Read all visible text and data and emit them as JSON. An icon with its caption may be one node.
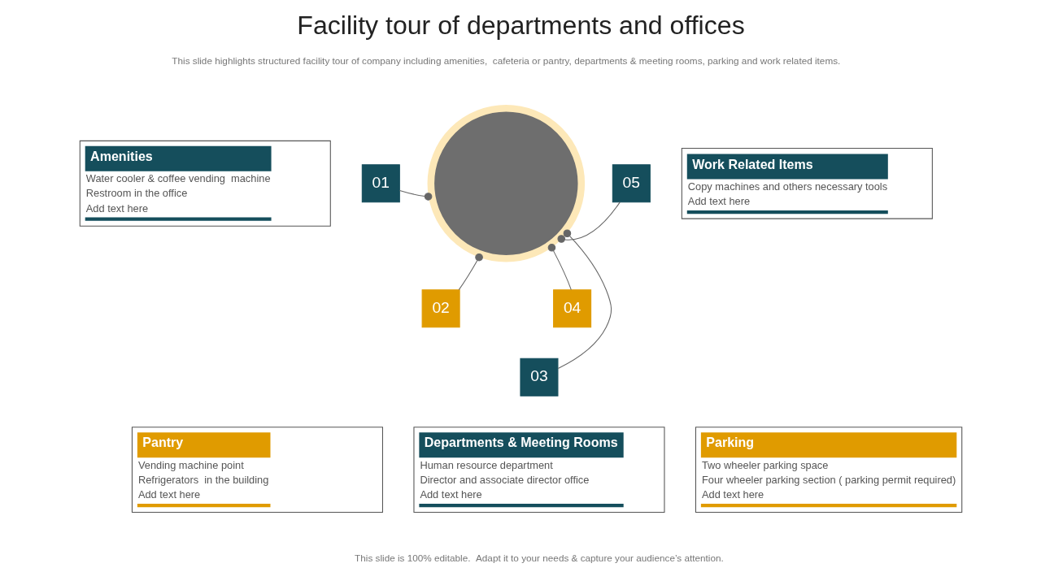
{
  "diagram": {
    "title": "Facility tour of departments and offices",
    "nodes": [
      {
        "text": [],
        "shape": "picture"
      },
      {
        "text": [
          "01"
        ]
      },
      {
        "text": [
          "Amenities",
          "Water cooler & coffee vending  machine",
          "Restroom in the office",
          "Add text here"
        ]
      },
      {
        "text": [
          "02"
        ]
      },
      {
        "text": [
          "Pantry",
          "Vending machine point",
          "Refrigerators  in the building",
          "Add text here"
        ]
      },
      {
        "text": [
          "03"
        ]
      },
      {
        "text": [
          "Departments & Meeting Rooms",
          "Human resource department",
          "Director and associate director office",
          "Add text here"
        ]
      },
      {
        "text": [
          "04"
        ]
      },
      {
        "text": [
          "Parking",
          "Two wheeler parking space",
          "Four wheeler parking section ( parking permit required)",
          "Add text here"
        ]
      },
      {
        "text": [
          "05"
        ]
      },
      {
        "text": [
          "Work Related Items",
          "Copy machines and others necessary tools",
          "Add text here"
        ]
      }
    ],
    "edges": [
      {
        "from": 1,
        "to": 0,
        "arrow": "other"
      },
      {
        "from": 3,
        "to": 0,
        "arrow": "other"
      },
      {
        "from": 5,
        "to": 0,
        "arrow": "other"
      },
      {
        "from": 7,
        "to": 0,
        "arrow": "other"
      },
      {
        "from": 9,
        "to": 0,
        "arrow": "other"
      }
    ],
    "labels": [
      "This slide highlights structured facility tour of company including amenities,  cafeteria or pantry, departments & meeting rooms, parking and work related items.",
      "This slide is 100% editable.  Adapt it to your needs & capture your audience’s attention."
    ]
  }
}
